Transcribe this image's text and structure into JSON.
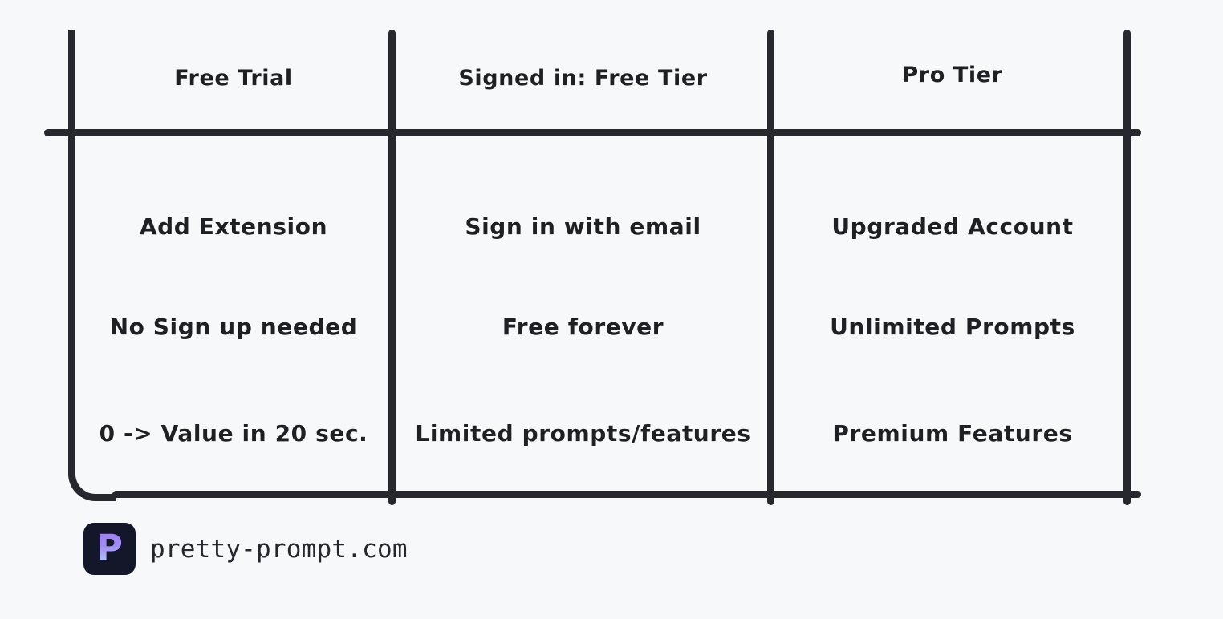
{
  "theme": {
    "background": "#f7f8fa",
    "line_color": "#26282d",
    "text_color": "#1f2024",
    "logo_background": "#131729",
    "logo_gradient_start": "#a07ef2",
    "logo_gradient_end": "#b9d6f7"
  },
  "table": {
    "headers": [
      "Free Trial",
      "Signed in: Free Tier",
      "Pro Tier"
    ],
    "rows": [
      [
        "Add Extension",
        "Sign in with email",
        "Upgraded Account"
      ],
      [
        "No Sign up needed",
        "Free forever",
        "Unlimited Prompts"
      ],
      [
        "0 -> Value in 20 sec.",
        "Limited prompts/features",
        "Premium Features"
      ]
    ]
  },
  "footer": {
    "logo_letter": "P",
    "site_url": "pretty-prompt.com"
  }
}
